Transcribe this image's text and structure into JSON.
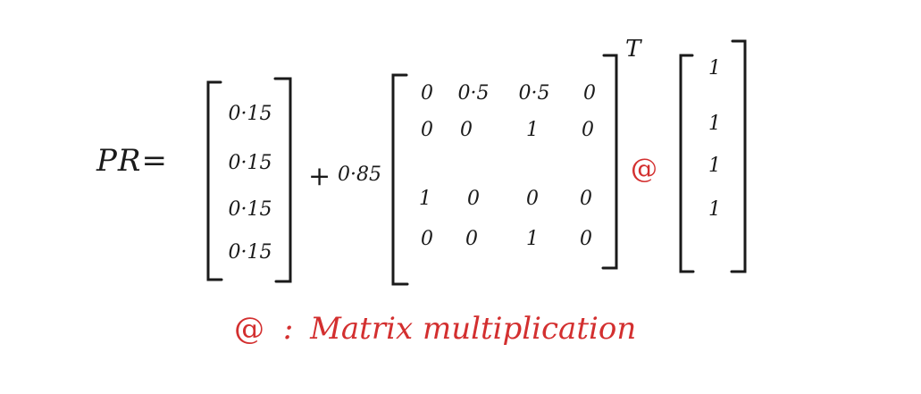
{
  "equation": {
    "lhs": "PR=",
    "vector_left": [
      "0·15",
      "0·15",
      "0·15",
      "0·15"
    ],
    "plus": "+",
    "damping": "0·85",
    "matrix": [
      [
        "0",
        "0·5",
        "0·5",
        "0"
      ],
      [
        "0",
        "0",
        "1",
        "0"
      ],
      [
        "1",
        "0",
        "0",
        "0"
      ],
      [
        "0",
        "0",
        "1",
        "0"
      ]
    ],
    "transpose": "T",
    "operator": "@",
    "vector_right": [
      "1",
      "1",
      "1",
      "1"
    ]
  },
  "legend": {
    "symbol": "@",
    "separator": ":",
    "text": "Matrix multiplication"
  },
  "colors": {
    "ink": "#1a1a1a",
    "accent": "#d32f2f"
  }
}
